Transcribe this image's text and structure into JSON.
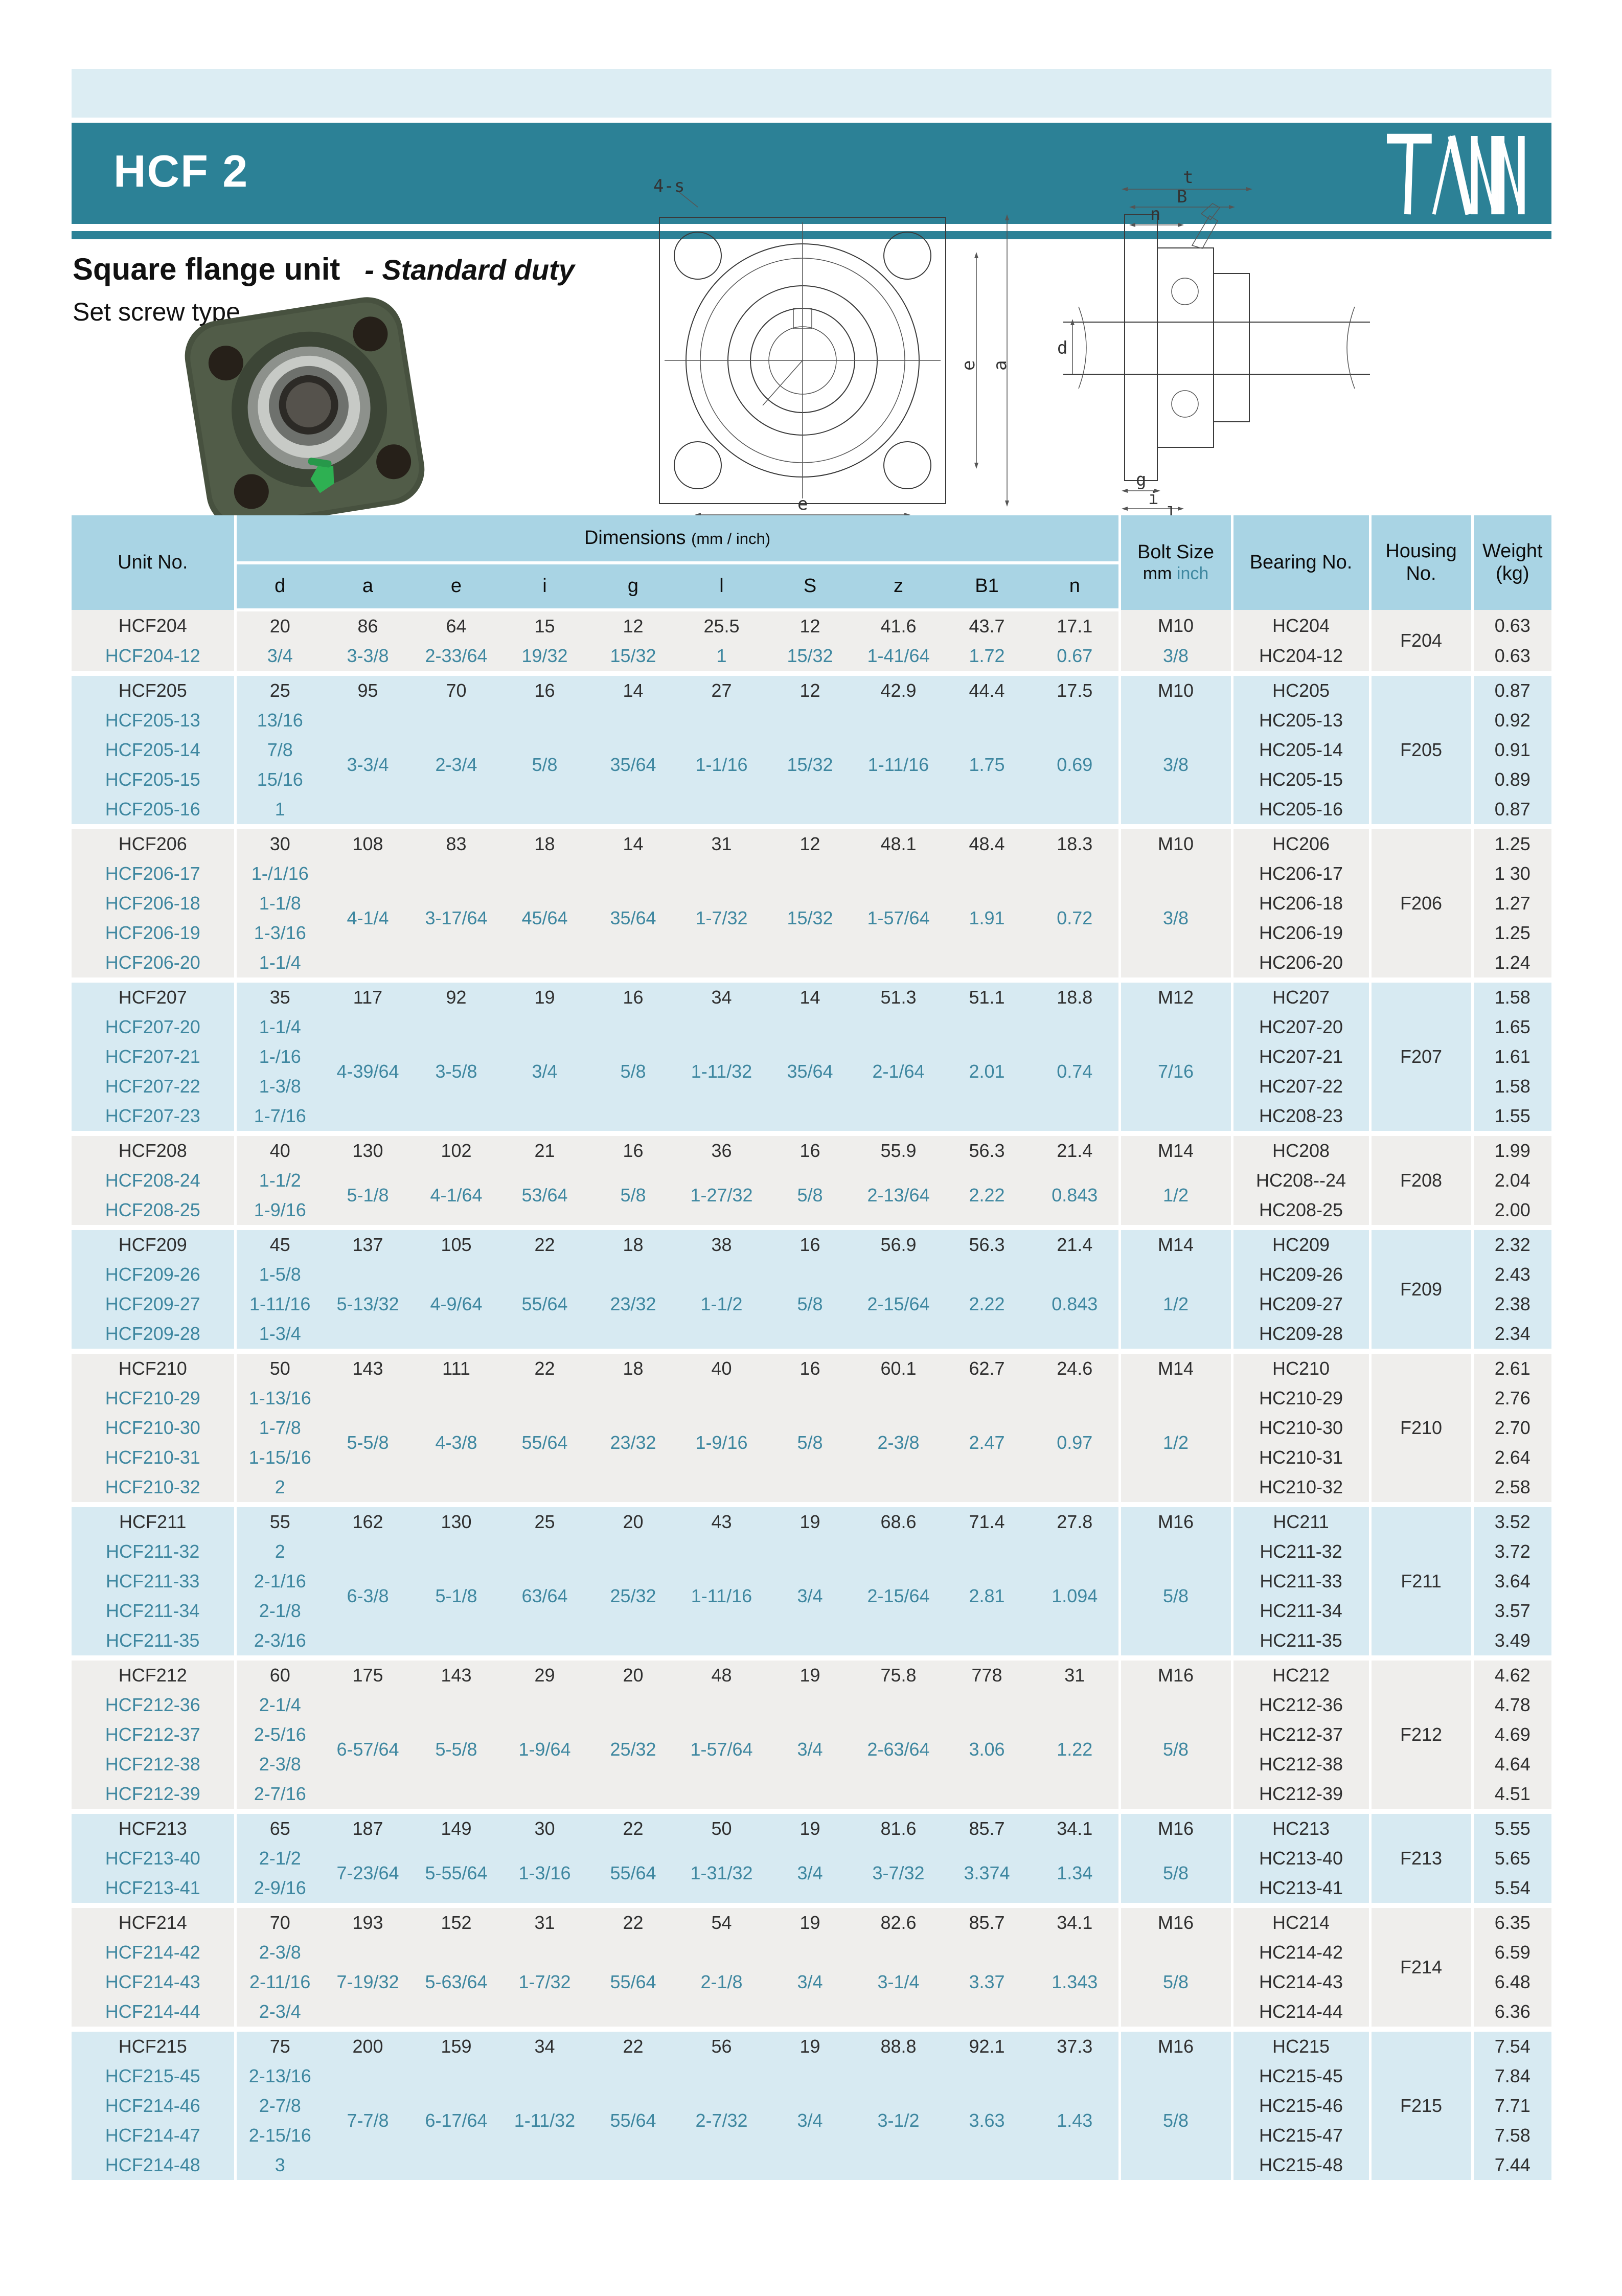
{
  "header": {
    "series": "HCF 2",
    "brand": "TANN",
    "title": "Square flange unit",
    "duty": "- Standard duty",
    "type_line": "Set screw type"
  },
  "diagrams": {
    "front": {
      "callout": "4-s",
      "dim_e": "e",
      "dim_a": "a"
    },
    "side": {
      "dim_t": "t",
      "dim_B": "B",
      "dim_n": "n",
      "dim_d": "d",
      "dim_g": "g",
      "dim_i": "i",
      "dim_l": "l"
    }
  },
  "table": {
    "headers": {
      "unit": "Unit No.",
      "dims": "Dimensions",
      "dims_note": "(mm / inch)",
      "letters": [
        "d",
        "a",
        "e",
        "i",
        "g",
        "l",
        "S",
        "z",
        "B1",
        "n"
      ],
      "bolt_line1": "Bolt Size",
      "bolt_mm": "mm",
      "bolt_inch": "inch",
      "bearing": "Bearing No.",
      "housing_line1": "Housing",
      "housing_line2": "No.",
      "weight_line1": "Weight",
      "weight_line2": "(kg)"
    },
    "groups": [
      {
        "shade": "gray",
        "housing": "F204",
        "metric": {
          "unit": "HCF204",
          "dims": [
            "20",
            "86",
            "64",
            "15",
            "12",
            "25.5",
            "12",
            "41.6",
            "43.7",
            "17.1"
          ],
          "bolt": "M10",
          "bearing": "HC204",
          "weight": "0.63"
        },
        "inch": {
          "dims": [
            "3-3/8",
            "2-33/64",
            "19/32",
            "15/32",
            "1",
            "15/32",
            "1-41/64",
            "1.72",
            "0.67"
          ],
          "bolt": "3/8"
        },
        "inch_rows": [
          {
            "unit": "HCF204-12",
            "d": "3/4",
            "bearing": "HC204-12",
            "weight": "0.63"
          }
        ]
      },
      {
        "shade": "blue",
        "housing": "F205",
        "metric": {
          "unit": "HCF205",
          "dims": [
            "25",
            "95",
            "70",
            "16",
            "14",
            "27",
            "12",
            "42.9",
            "44.4",
            "17.5"
          ],
          "bolt": "M10",
          "bearing": "HC205",
          "weight": "0.87"
        },
        "inch": {
          "dims": [
            "3-3/4",
            "2-3/4",
            "5/8",
            "35/64",
            "1-1/16",
            "15/32",
            "1-11/16",
            "1.75",
            "0.69"
          ],
          "bolt": "3/8"
        },
        "inch_rows": [
          {
            "unit": "HCF205-13",
            "d": "13/16",
            "bearing": "HC205-13",
            "weight": "0.92"
          },
          {
            "unit": "HCF205-14",
            "d": "7/8",
            "bearing": "HC205-14",
            "weight": "0.91"
          },
          {
            "unit": "HCF205-15",
            "d": "15/16",
            "bearing": "HC205-15",
            "weight": "0.89"
          },
          {
            "unit": "HCF205-16",
            "d": "1",
            "bearing": "HC205-16",
            "weight": "0.87"
          }
        ]
      },
      {
        "shade": "gray",
        "housing": "F206",
        "metric": {
          "unit": "HCF206",
          "dims": [
            "30",
            "108",
            "83",
            "18",
            "14",
            "31",
            "12",
            "48.1",
            "48.4",
            "18.3"
          ],
          "bolt": "M10",
          "bearing": "HC206",
          "weight": "1.25"
        },
        "inch": {
          "dims": [
            "4-1/4",
            "3-17/64",
            "45/64",
            "35/64",
            "1-7/32",
            "15/32",
            "1-57/64",
            "1.91",
            "0.72"
          ],
          "bolt": "3/8"
        },
        "inch_rows": [
          {
            "unit": "HCF206-17",
            "d": "1-/1/16",
            "bearing": "HC206-17",
            "weight": "1 30"
          },
          {
            "unit": "HCF206-18",
            "d": "1-1/8",
            "bearing": "HC206-18",
            "weight": "1.27"
          },
          {
            "unit": "HCF206-19",
            "d": "1-3/16",
            "bearing": "HC206-19",
            "weight": "1.25"
          },
          {
            "unit": "HCF206-20",
            "d": "1-1/4",
            "bearing": "HC206-20",
            "weight": "1.24"
          }
        ]
      },
      {
        "shade": "blue",
        "housing": "F207",
        "metric": {
          "unit": "HCF207",
          "dims": [
            "35",
            "117",
            "92",
            "19",
            "16",
            "34",
            "14",
            "51.3",
            "51.1",
            "18.8"
          ],
          "bolt": "M12",
          "bearing": "HC207",
          "weight": "1.58"
        },
        "inch": {
          "dims": [
            "4-39/64",
            "3-5/8",
            "3/4",
            "5/8",
            "1-11/32",
            "35/64",
            "2-1/64",
            "2.01",
            "0.74"
          ],
          "bolt": "7/16"
        },
        "inch_rows": [
          {
            "unit": "HCF207-20",
            "d": "1-1/4",
            "bearing": "HC207-20",
            "weight": "1.65"
          },
          {
            "unit": "HCF207-21",
            "d": "1-/16",
            "bearing": "HC207-21",
            "weight": "1.61"
          },
          {
            "unit": "HCF207-22",
            "d": "1-3/8",
            "bearing": "HC207-22",
            "weight": "1.58"
          },
          {
            "unit": "HCF207-23",
            "d": "1-7/16",
            "bearing": "HC208-23",
            "weight": "1.55"
          }
        ]
      },
      {
        "shade": "gray",
        "housing": "F208",
        "metric": {
          "unit": "HCF208",
          "dims": [
            "40",
            "130",
            "102",
            "21",
            "16",
            "36",
            "16",
            "55.9",
            "56.3",
            "21.4"
          ],
          "bolt": "M14",
          "bearing": "HC208",
          "weight": "1.99"
        },
        "inch": {
          "dims": [
            "5-1/8",
            "4-1/64",
            "53/64",
            "5/8",
            "1-27/32",
            "5/8",
            "2-13/64",
            "2.22",
            "0.843"
          ],
          "bolt": "1/2"
        },
        "inch_rows": [
          {
            "unit": "HCF208-24",
            "d": "1-1/2",
            "bearing": "HC208--24",
            "weight": "2.04"
          },
          {
            "unit": "HCF208-25",
            "d": "1-9/16",
            "bearing": "HC208-25",
            "weight": "2.00"
          }
        ]
      },
      {
        "shade": "blue",
        "housing": "F209",
        "metric": {
          "unit": "HCF209",
          "dims": [
            "45",
            "137",
            "105",
            "22",
            "18",
            "38",
            "16",
            "56.9",
            "56.3",
            "21.4"
          ],
          "bolt": "M14",
          "bearing": "HC209",
          "weight": "2.32"
        },
        "inch": {
          "dims": [
            "5-13/32",
            "4-9/64",
            "55/64",
            "23/32",
            "1-1/2",
            "5/8",
            "2-15/64",
            "2.22",
            "0.843"
          ],
          "bolt": "1/2"
        },
        "inch_rows": [
          {
            "unit": "HCF209-26",
            "d": "1-5/8",
            "bearing": "HC209-26",
            "weight": "2.43"
          },
          {
            "unit": "HCF209-27",
            "d": "1-11/16",
            "bearing": "HC209-27",
            "weight": "2.38"
          },
          {
            "unit": "HCF209-28",
            "d": "1-3/4",
            "bearing": "HC209-28",
            "weight": "2.34"
          }
        ]
      },
      {
        "shade": "gray",
        "housing": "F210",
        "metric": {
          "unit": "HCF210",
          "dims": [
            "50",
            "143",
            "111",
            "22",
            "18",
            "40",
            "16",
            "60.1",
            "62.7",
            "24.6"
          ],
          "bolt": "M14",
          "bearing": "HC210",
          "weight": "2.61"
        },
        "inch": {
          "dims": [
            "5-5/8",
            "4-3/8",
            "55/64",
            "23/32",
            "1-9/16",
            "5/8",
            "2-3/8",
            "2.47",
            "0.97"
          ],
          "bolt": "1/2"
        },
        "inch_rows": [
          {
            "unit": "HCF210-29",
            "d": "1-13/16",
            "bearing": "HC210-29",
            "weight": "2.76"
          },
          {
            "unit": "HCF210-30",
            "d": "1-7/8",
            "bearing": "HC210-30",
            "weight": "2.70"
          },
          {
            "unit": "HCF210-31",
            "d": "1-15/16",
            "bearing": "HC210-31",
            "weight": "2.64"
          },
          {
            "unit": "HCF210-32",
            "d": "2",
            "bearing": "HC210-32",
            "weight": "2.58"
          }
        ]
      },
      {
        "shade": "blue",
        "housing": "F211",
        "metric": {
          "unit": "HCF211",
          "dims": [
            "55",
            "162",
            "130",
            "25",
            "20",
            "43",
            "19",
            "68.6",
            "71.4",
            "27.8"
          ],
          "bolt": "M16",
          "bearing": "HC211",
          "weight": "3.52"
        },
        "inch": {
          "dims": [
            "6-3/8",
            "5-1/8",
            "63/64",
            "25/32",
            "1-11/16",
            "3/4",
            "2-15/64",
            "2.81",
            "1.094"
          ],
          "bolt": "5/8"
        },
        "inch_rows": [
          {
            "unit": "HCF211-32",
            "d": "2",
            "bearing": "HC211-32",
            "weight": "3.72"
          },
          {
            "unit": "HCF211-33",
            "d": "2-1/16",
            "bearing": "HC211-33",
            "weight": "3.64"
          },
          {
            "unit": "HCF211-34",
            "d": "2-1/8",
            "bearing": "HC211-34",
            "weight": "3.57"
          },
          {
            "unit": "HCF211-35",
            "d": "2-3/16",
            "bearing": "HC211-35",
            "weight": "3.49"
          }
        ]
      },
      {
        "shade": "gray",
        "housing": "F212",
        "metric": {
          "unit": "HCF212",
          "dims": [
            "60",
            "175",
            "143",
            "29",
            "20",
            "48",
            "19",
            "75.8",
            "778",
            "31"
          ],
          "bolt": "M16",
          "bearing": "HC212",
          "weight": "4.62"
        },
        "inch": {
          "dims": [
            "6-57/64",
            "5-5/8",
            "1-9/64",
            "25/32",
            "1-57/64",
            "3/4",
            "2-63/64",
            "3.06",
            "1.22"
          ],
          "bolt": "5/8"
        },
        "inch_rows": [
          {
            "unit": "HCF212-36",
            "d": "2-1/4",
            "bearing": "HC212-36",
            "weight": "4.78"
          },
          {
            "unit": "HCF212-37",
            "d": "2-5/16",
            "bearing": "HC212-37",
            "weight": "4.69"
          },
          {
            "unit": "HCF212-38",
            "d": "2-3/8",
            "bearing": "HC212-38",
            "weight": "4.64"
          },
          {
            "unit": "HCF212-39",
            "d": "2-7/16",
            "bearing": "HC212-39",
            "weight": "4.51"
          }
        ]
      },
      {
        "shade": "blue",
        "housing": "F213",
        "metric": {
          "unit": "HCF213",
          "dims": [
            "65",
            "187",
            "149",
            "30",
            "22",
            "50",
            "19",
            "81.6",
            "85.7",
            "34.1"
          ],
          "bolt": "M16",
          "bearing": "HC213",
          "weight": "5.55"
        },
        "inch": {
          "dims": [
            "7-23/64",
            "5-55/64",
            "1-3/16",
            "55/64",
            "1-31/32",
            "3/4",
            "3-7/32",
            "3.374",
            "1.34"
          ],
          "bolt": "5/8"
        },
        "inch_rows": [
          {
            "unit": "HCF213-40",
            "d": "2-1/2",
            "bearing": "HC213-40",
            "weight": "5.65"
          },
          {
            "unit": "HCF213-41",
            "d": "2-9/16",
            "bearing": "HC213-41",
            "weight": "5.54"
          }
        ]
      },
      {
        "shade": "gray",
        "housing": "F214",
        "metric": {
          "unit": "HCF214",
          "dims": [
            "70",
            "193",
            "152",
            "31",
            "22",
            "54",
            "19",
            "82.6",
            "85.7",
            "34.1"
          ],
          "bolt": "M16",
          "bearing": "HC214",
          "weight": "6.35"
        },
        "inch": {
          "dims": [
            "7-19/32",
            "5-63/64",
            "1-7/32",
            "55/64",
            "2-1/8",
            "3/4",
            "3-1/4",
            "3.37",
            "1.343"
          ],
          "bolt": "5/8"
        },
        "inch_rows": [
          {
            "unit": "HCF214-42",
            "d": "2-3/8",
            "bearing": "HC214-42",
            "weight": "6.59"
          },
          {
            "unit": "HCF214-43",
            "d": "2-11/16",
            "bearing": "HC214-43",
            "weight": "6.48"
          },
          {
            "unit": "HCF214-44",
            "d": "2-3/4",
            "bearing": "HC214-44",
            "weight": "6.36"
          }
        ]
      },
      {
        "shade": "blue",
        "housing": "F215",
        "metric": {
          "unit": "HCF215",
          "dims": [
            "75",
            "200",
            "159",
            "34",
            "22",
            "56",
            "19",
            "88.8",
            "92.1",
            "37.3"
          ],
          "bolt": "M16",
          "bearing": "HC215",
          "weight": "7.54"
        },
        "inch": {
          "dims": [
            "7-7/8",
            "6-17/64",
            "1-11/32",
            "55/64",
            "2-7/32",
            "3/4",
            "3-1/2",
            "3.63",
            "1.43"
          ],
          "bolt": "5/8"
        },
        "inch_rows": [
          {
            "unit": "HCF215-45",
            "d": "2-13/16",
            "bearing": "HC215-45",
            "weight": "7.84"
          },
          {
            "unit": "HCF214-46",
            "d": "2-7/8",
            "bearing": "HC215-46",
            "weight": "7.71"
          },
          {
            "unit": "HCF214-47",
            "d": "2-15/16",
            "bearing": "HC215-47",
            "weight": "7.58"
          },
          {
            "unit": "HCF214-48",
            "d": "3",
            "bearing": "HC215-48",
            "weight": "7.44"
          }
        ]
      }
    ]
  }
}
